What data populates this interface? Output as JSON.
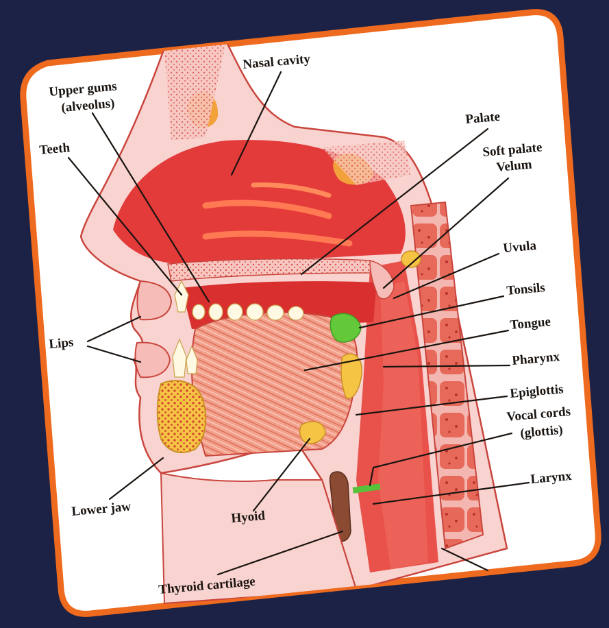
{
  "diagram": {
    "labels": {
      "nasal_cavity": "Nasal cavity",
      "upper_gums": "Upper gums",
      "alveolus": "(alveolus)",
      "teeth": "Teeth",
      "palate": "Palate",
      "soft_palate": "Soft palate",
      "velum": "Velum",
      "uvula": "Uvula",
      "tonsils": "Tonsils",
      "tongue": "Tongue",
      "pharynx": "Pharynx",
      "lips": "Lips",
      "epiglottis": "Epiglottis",
      "vocal_cords": "Vocal cords",
      "glottis": "(glottis)",
      "larynx": "Larynx",
      "lower_jaw": "Lower jaw",
      "hyoid": "Hyoid",
      "thyroid_cartilage": "Thyroid cartilage"
    },
    "colors": {
      "background": "#1b2246",
      "card_border": "#ee6a1e",
      "card_fill": "#ffffff",
      "tissue_pink": "#f6c2c2",
      "tissue_red": "#e23b3b",
      "muscle": "#e98f7a",
      "bone_yellow": "#f6c445",
      "vocal_green": "#57c23a"
    }
  }
}
